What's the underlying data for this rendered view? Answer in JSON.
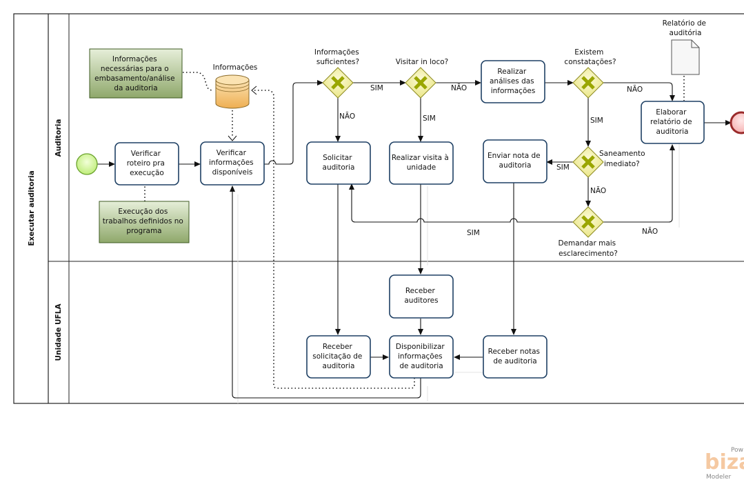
{
  "pool": {
    "label": "Executar auditoria"
  },
  "lanes": [
    {
      "id": "auditoria",
      "label": "Auditoria"
    },
    {
      "id": "unidade",
      "label": "Unidade UFLA"
    }
  ],
  "tasks": {
    "verificar_roteiro": [
      "Verificar",
      "roteiro pra",
      "execução"
    ],
    "verificar_info": [
      "Verificar",
      "informações",
      "disponíveis"
    ],
    "solicitar": [
      "Solicitar",
      "auditoria"
    ],
    "realizar_visita": [
      "Realizar visita à",
      "unidade"
    ],
    "realizar_analises": [
      "Realizar",
      "análises das",
      "informações"
    ],
    "enviar_nota": [
      "Enviar nota de",
      "auditoria"
    ],
    "elaborar": [
      "Elaborar",
      "relatório de",
      "auditoria"
    ],
    "receber_auditores": [
      "Receber",
      "auditores"
    ],
    "receber_solicitacao": [
      "Receber",
      "solicitação de",
      "auditoria"
    ],
    "disponibilizar": [
      "Disponibilizar",
      "informações",
      "de auditoria"
    ],
    "receber_notas": [
      "Receber notas",
      "de auditoria"
    ]
  },
  "notes": {
    "info_necessarias": [
      "Informações",
      "necessárias para  o",
      "embasamento/análise",
      "da auditoria"
    ],
    "execucao": [
      "Execução dos",
      "trabalhos definidos no",
      "programa"
    ]
  },
  "datastore": {
    "label": "Informações"
  },
  "document": {
    "label": [
      "Relatório de",
      "auditória"
    ]
  },
  "gateways": {
    "g1": [
      "Informações",
      "suficientes?"
    ],
    "g2": [
      "Visitar in loco?"
    ],
    "g3": [
      "Existem",
      "constatações?"
    ],
    "g4": [
      "Saneamento",
      "imediato?"
    ],
    "g5": [
      "Demandar mais",
      "esclarecimento?"
    ]
  },
  "flow_labels": {
    "g1_sim": "SIM",
    "g1_nao": "NÃO",
    "g2_nao": "NÃO",
    "g2_sim": "SIM",
    "g3_nao": "NÃO",
    "g3_sim": "SIM",
    "g4_sim": "SIM",
    "g4_nao": "NÃO",
    "g5_sim": "SIM",
    "g5_nao": "NÃO"
  },
  "watermark": {
    "pow": "Pow",
    "brand": "biza",
    "sub": "Modeler"
  },
  "colors": {
    "start_event": "#c9f08a",
    "end_event": "#f7b8b8",
    "gateway_fill": "#f4f2a6",
    "gateway_x": "#9aa600",
    "datastore": "#f3c070",
    "note_top": "#d4e3c2",
    "note_bottom": "#8ea86a",
    "task_border": "#1d3f63"
  }
}
